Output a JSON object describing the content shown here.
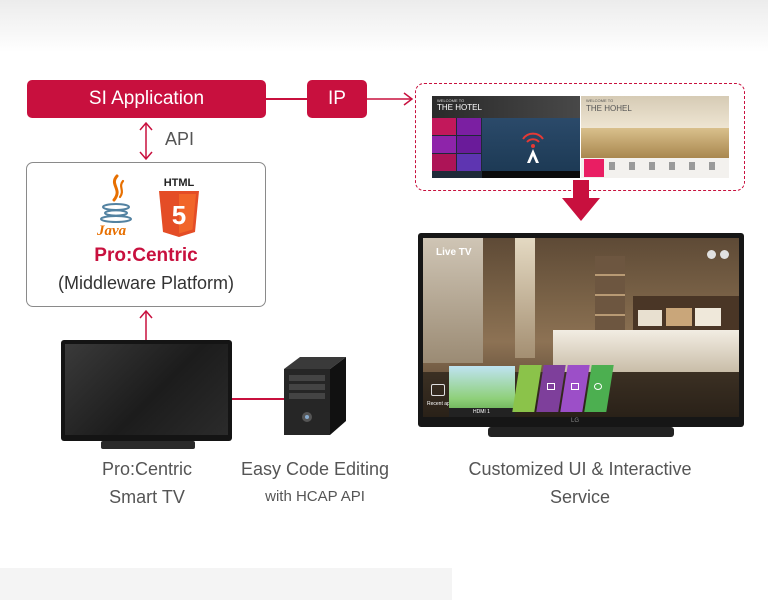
{
  "flow": {
    "si_application": "SI Application",
    "ip": "IP",
    "api": "API"
  },
  "middleware": {
    "java_label": "Java",
    "html_label": "HTML",
    "html_version": "5",
    "brand": "Pro:Centric",
    "subtitle": "(Middleware Platform)"
  },
  "screens": {
    "welcome_small": "WELCOME TO",
    "hotel_a": "THE HOTEL",
    "hotel_b": "THE HOHEL",
    "live_tv": "Live TV",
    "hdmi": "HDMI 1",
    "recent": "Recent ap..",
    "brand_logo": "LG"
  },
  "captions": {
    "tv_line1": "Pro:Centric",
    "tv_line2": "Smart TV",
    "code_line1": "Easy Code Editing",
    "code_line2": "with HCAP API",
    "custom_line1": "Customized UI & Interactive",
    "custom_line2": "Service"
  },
  "colors": {
    "accent": "#c8103e",
    "java_orange": "#e76f00",
    "java_blue": "#5382a1",
    "html5_orange": "#e44d26",
    "tile_pink": "#c2185b",
    "tile_purple": "#7e3f9b",
    "tile_green": "#4caf50",
    "tile_lime": "#8bc34a"
  }
}
